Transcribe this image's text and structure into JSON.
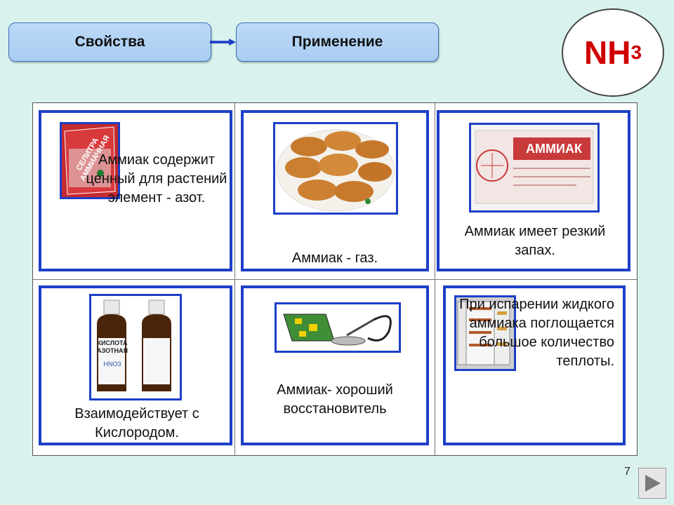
{
  "nav": {
    "properties_label": "Свойства",
    "application_label": "Применение"
  },
  "formula": {
    "main": "NH",
    "sub": "3"
  },
  "cells": {
    "fertilizer": {
      "text": "Аммиак содержит ценный для растений элемент - азот.",
      "product_label": "СЕЛИТРА АММИАЧНАЯ"
    },
    "gas": {
      "text": "Аммиак - газ."
    },
    "smell": {
      "text": "Аммиак имеет резкий запах.",
      "product_label": "АММИАК"
    },
    "acid": {
      "text": "Взаимодействует с Кислородом.",
      "bottle_label": "КИСЛОТА АЗОТНАЯ",
      "bottle_formula": "HNO3"
    },
    "reducer": {
      "text": "Аммиак- хороший восстановитель"
    },
    "cooling": {
      "text": "При испарении жидкого аммиака поглощается большое количество теплоты."
    }
  },
  "footer": {
    "page_number": "7"
  },
  "colors": {
    "frame": "#1d3fc8",
    "formula": "#d00000",
    "background": "#d9f2ee"
  }
}
